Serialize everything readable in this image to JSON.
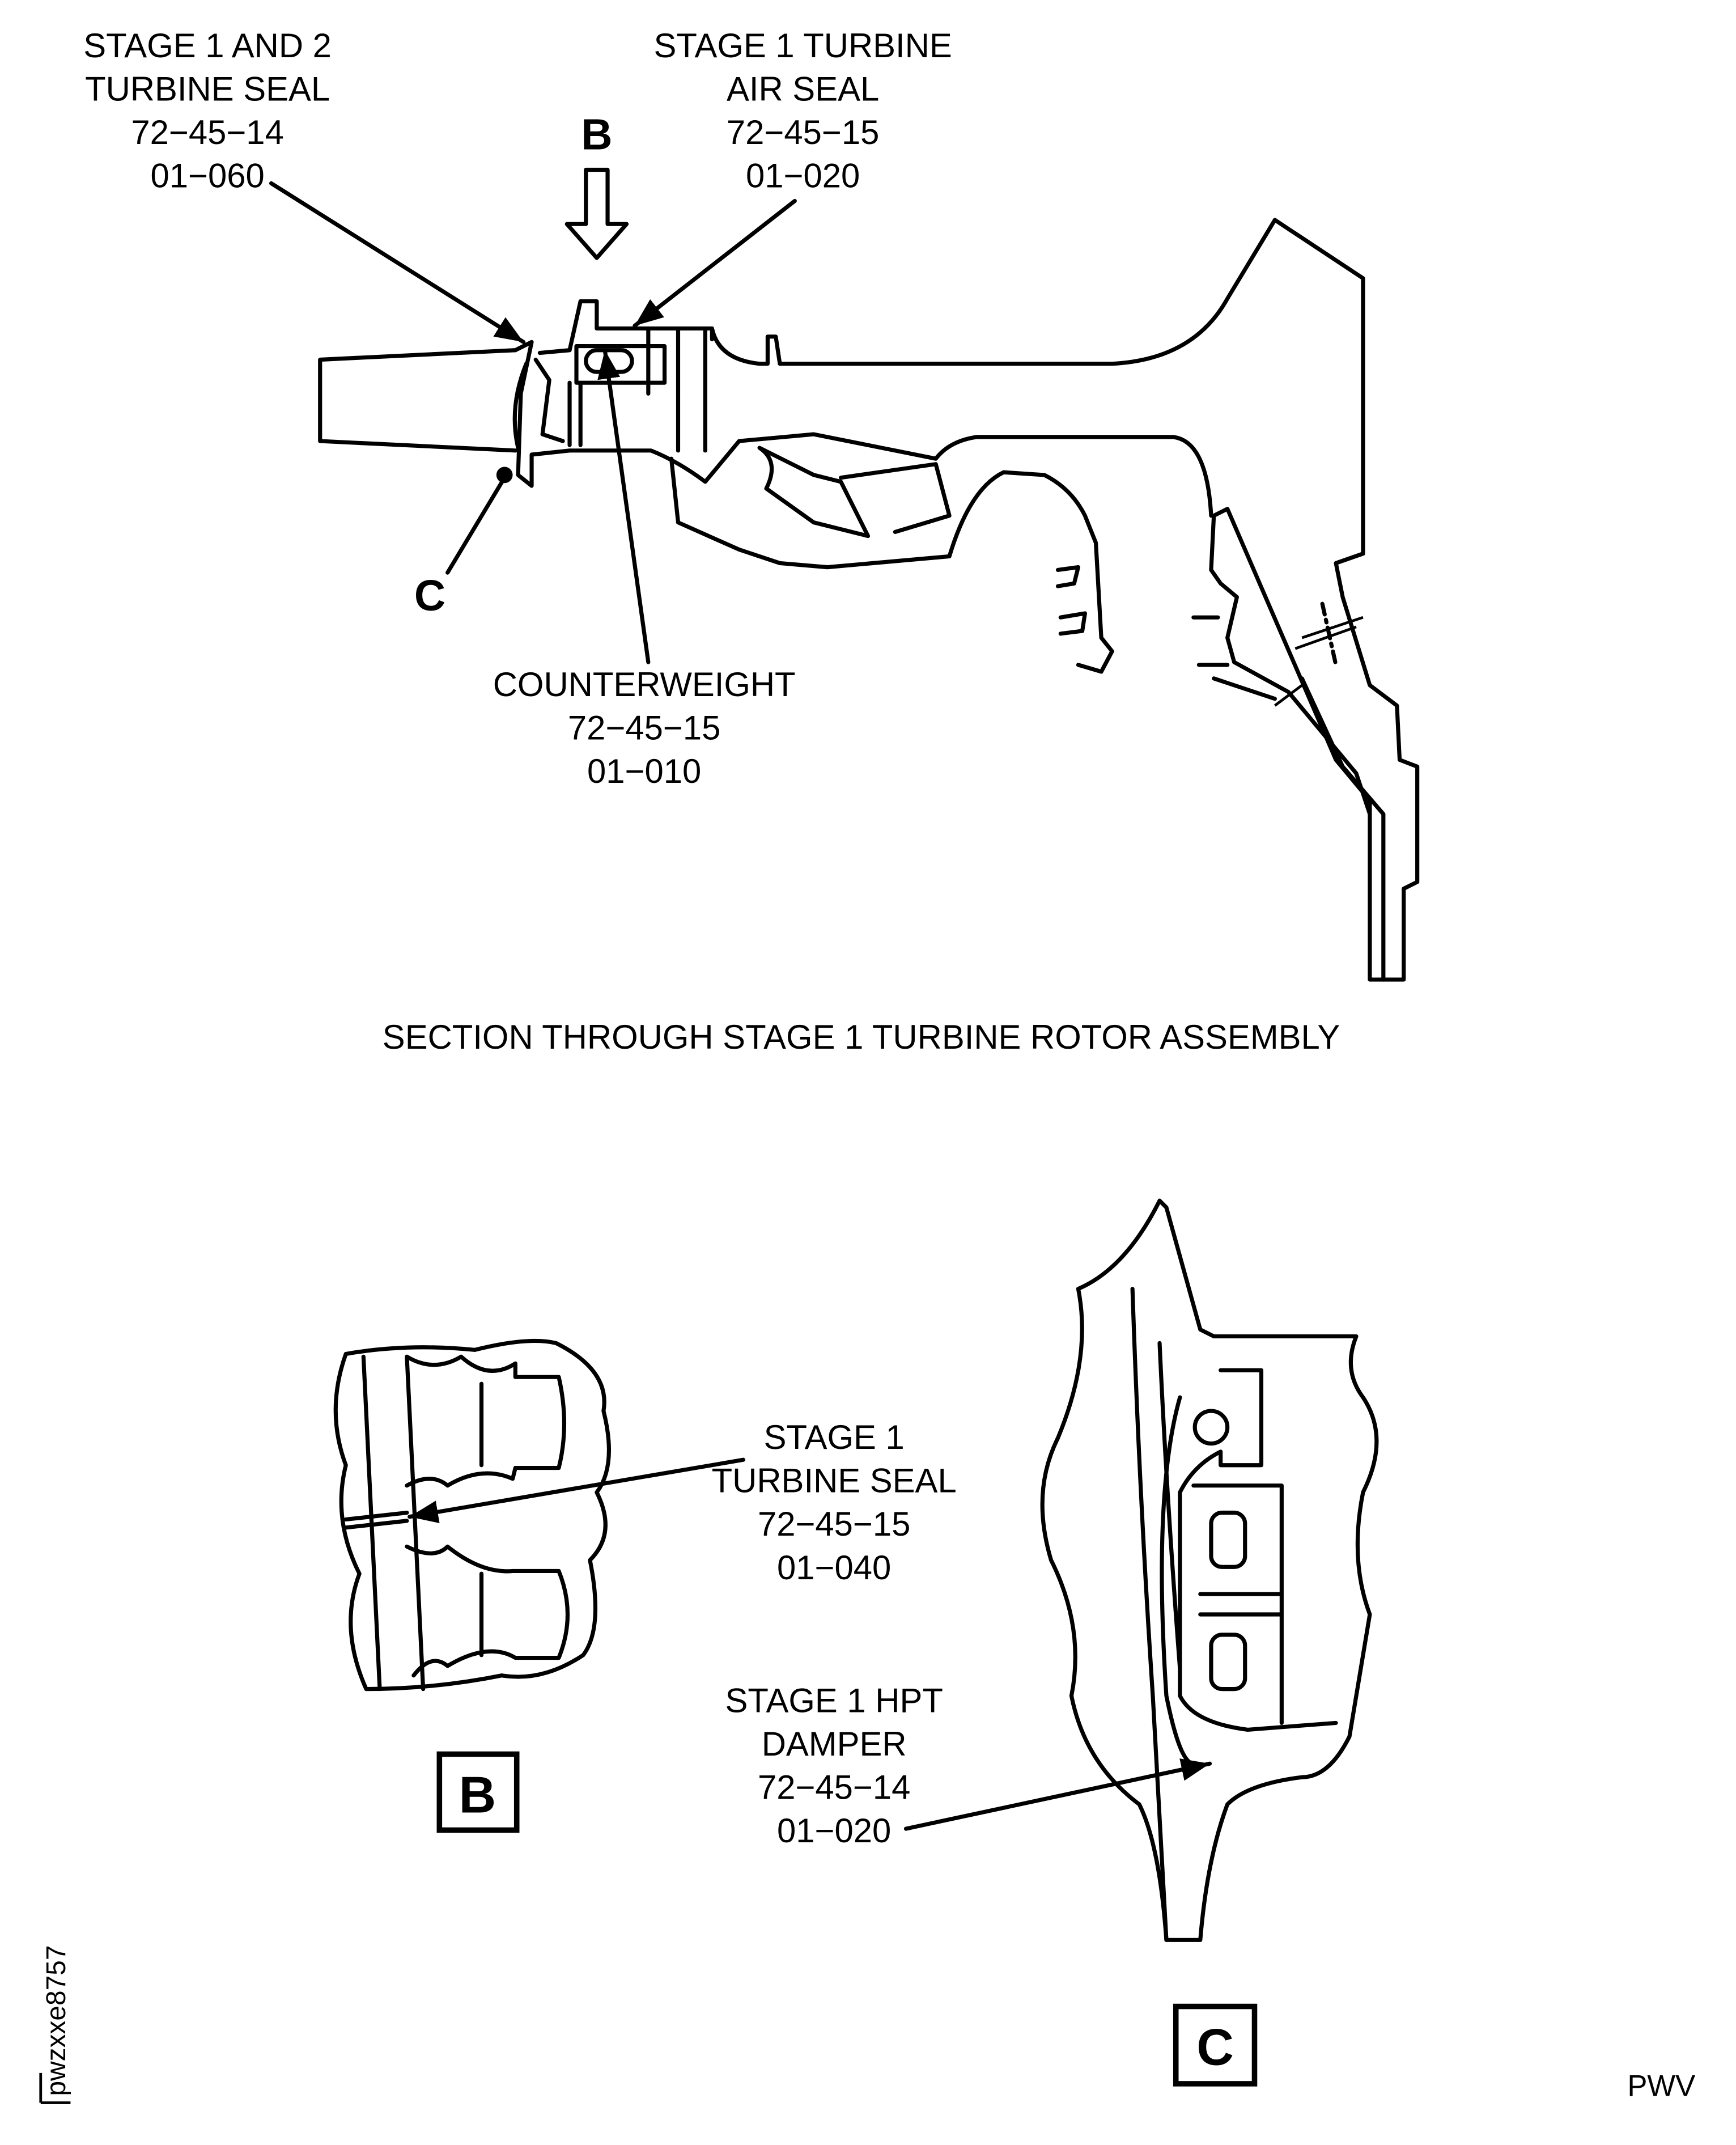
{
  "labels": {
    "seal_1_2": [
      "STAGE 1 AND 2",
      "TURBINE SEAL",
      "72−45−14",
      "01−060"
    ],
    "air_seal": [
      "STAGE 1 TURBINE",
      "AIR SEAL",
      "72−45−15",
      "01−020"
    ],
    "counterweight": [
      "COUNTERWEIGHT",
      "72−45−15",
      "01−010"
    ],
    "turbine_seal": [
      "STAGE 1",
      "TURBINE SEAL",
      "72−45−15",
      "01−040"
    ],
    "damper": [
      "STAGE 1 HPT",
      "DAMPER",
      "72−45−14",
      "01−020"
    ]
  },
  "view_b": "B",
  "view_c": "C",
  "section_caption": "SECTION THROUGH STAGE 1 TURBINE ROTOR ASSEMBLY",
  "figure_id": "pwzxxe8757",
  "corner_code": "PWV"
}
